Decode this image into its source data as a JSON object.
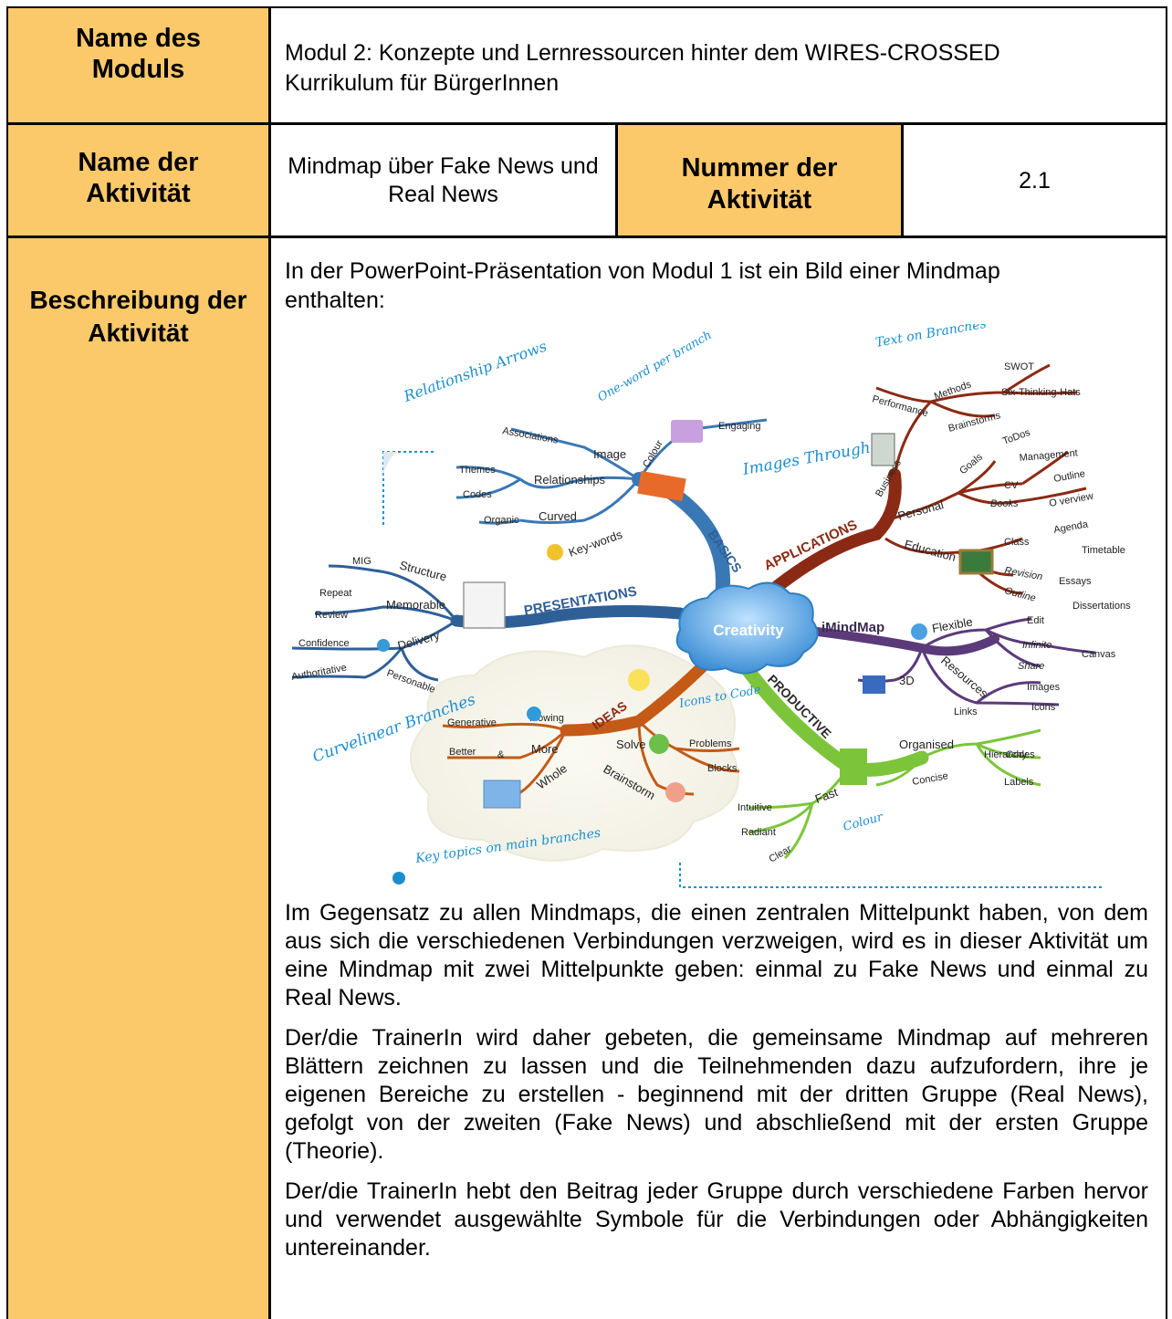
{
  "module": {
    "label": "Name des Moduls",
    "value_line1": "Modul 2: Konzepte und Lernressourcen hinter dem WIRES-CROSSED",
    "value_line2": "Kurrikulum für BürgerInnen"
  },
  "activity": {
    "name_label": "Name der Aktivität",
    "name_value": "Mindmap über Fake News und Real News",
    "number_label": "Nummer der Aktivität",
    "number_value": "2.1"
  },
  "description": {
    "label": "Beschreibung der Aktivität",
    "intro": "In der PowerPoint-Präsentation von Modul 1 ist ein Bild einer Mindmap enthalten:",
    "paragraphs": [
      "Im Gegensatz zu allen Mindmaps, die einen zentralen Mittelpunkt haben, von dem aus sich die verschiedenen Verbindungen verzweigen, wird es in dieser Aktivität um eine Mindmap mit zwei Mittelpunkte geben: einmal zu Fake News und einmal zu Real News.",
      "Der/die TrainerIn wird daher gebeten, die gemeinsame Mindmap auf mehreren Blättern zeichnen zu lassen und die Teilnehmenden dazu aufzufordern, ihre je eigenen Bereiche zu erstellen - beginnend mit der dritten Gruppe (Real News), gefolgt von der zweiten (Fake News) und abschließend mit der ersten Gruppe (Theorie).",
      "Der/die TrainerIn hebt den Beitrag jeder Gruppe durch verschiedene Farben hervor und verwendet ausgewählte Symbole für die Verbindungen oder Abhängigkeiten untereinander."
    ]
  },
  "mindmap": {
    "center": "Creativity",
    "branches": {
      "basics": "BASICS",
      "applications": "APPLICATIONS",
      "presentations": "PRESENTATIONS",
      "imindmap": "iMindMap",
      "ideas": "IDEAS",
      "productive": "PRODUCTIVE"
    },
    "words": {
      "associations": "Associations",
      "image": "Image",
      "themes": "Themes",
      "relationships": "Relationships",
      "codes": "Codes",
      "organic": "Organic",
      "curved": "Curved",
      "colour": "Colour",
      "engaging": "Engaging",
      "keywords": "Key-words",
      "performance": "Performance",
      "methods": "Methods",
      "swot": "SWOT",
      "six_hats": "Six-Thinking-Hats",
      "brainstorms": "Brainstorms",
      "business": "Business",
      "goals": "Goals",
      "todos": "ToDos",
      "management": "Management",
      "cv": "CV",
      "outline": "Outline",
      "books": "Books",
      "overview": "O verview",
      "personal": "Personal",
      "education": "Education",
      "class": "Class",
      "agenda": "Agenda",
      "timetable": "Timetable",
      "revision": "Revision",
      "essays": "Essays",
      "outline2": "Outline",
      "dissertations": "Dissertations",
      "mig": "MIG",
      "structure": "Structure",
      "repeat": "Repeat",
      "memorable": "Memorable",
      "review": "Review",
      "confidence": "Confidence",
      "delivery": "Delivery",
      "authoritative": "Authoritative",
      "personable": "Personable",
      "flexible": "Flexible",
      "edit": "Edit",
      "infinite": "Infinite",
      "canvas": "Canvas",
      "share": "Share",
      "resources": "Resources",
      "images": "Images",
      "icons": "Icons",
      "threed": "3D",
      "links": "Links",
      "generative": "Generative",
      "flowing": "Flowing",
      "better": "Better",
      "amp": "&",
      "more": "More",
      "whole": "Whole",
      "solve": "Solve",
      "problems": "Problems",
      "blocks": "Blocks",
      "brainstorm": "Brainstorm",
      "organised": "Organised",
      "hierarchy": "Hierarchy",
      "codes2": "Codes",
      "concise": "Concise",
      "labels": "Labels",
      "fast": "Fast",
      "intuitive": "Intuitive",
      "radiant": "Radiant",
      "clear": "Clear"
    },
    "handwritten": {
      "relationship_arrows": "Relationship Arrows",
      "one_word": "One-word per branch",
      "images_throughout": "Images Throughout",
      "text_on_branches": "Text on Branches",
      "icons_to_code": "Icons to Code",
      "curvelinear": "Curvelinear Branches",
      "key_topics": "Key topics on main branches",
      "colour": "Colour"
    }
  }
}
